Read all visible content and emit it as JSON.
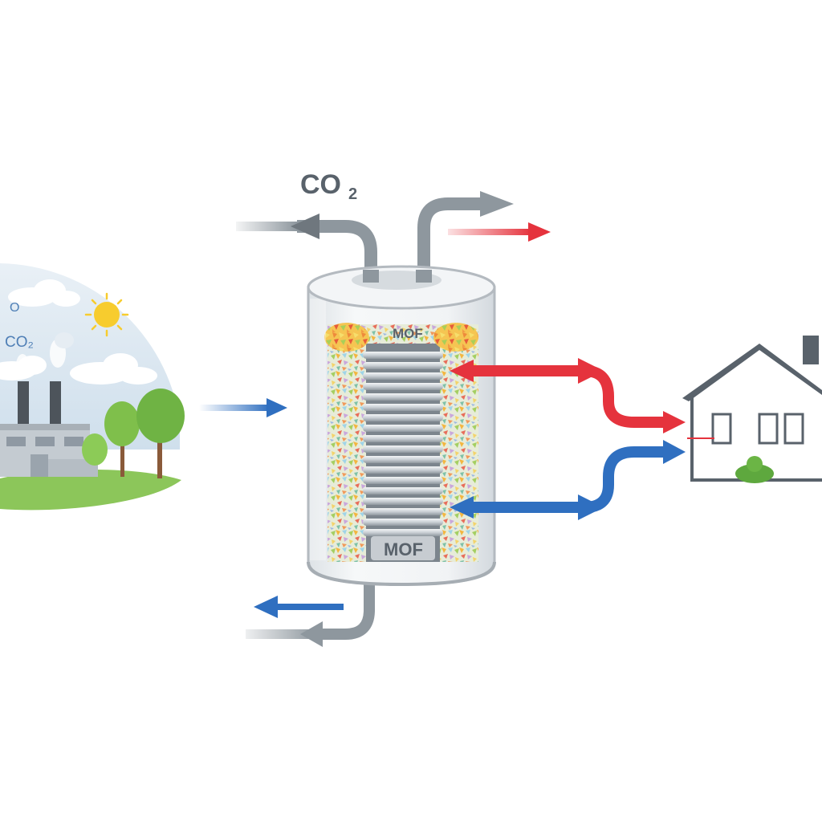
{
  "labels": {
    "co2_main": "CO",
    "co2_main_sub": "2",
    "scene_o": "O",
    "scene_co2": "CO₂",
    "mof_top": "MOF",
    "mof_bottom": "MOF"
  },
  "colors": {
    "hot": "#e5333d",
    "cold": "#2f6fc0",
    "gas": "#8e979e",
    "tank_body": "#eef1f3",
    "tank_outline": "#b4bac0",
    "coil": "#dfe3e6",
    "sky": "#dbe7f1",
    "grass": "#8cc65a",
    "factory": "#c4cbd1",
    "house_outline": "#59626b",
    "label": "#59626b"
  },
  "icons": {
    "sun": "sun-icon",
    "cloud": "cloud-icon",
    "tree": "tree-icon",
    "factory": "factory-icon",
    "house": "house-icon",
    "bush": "bush-icon"
  }
}
